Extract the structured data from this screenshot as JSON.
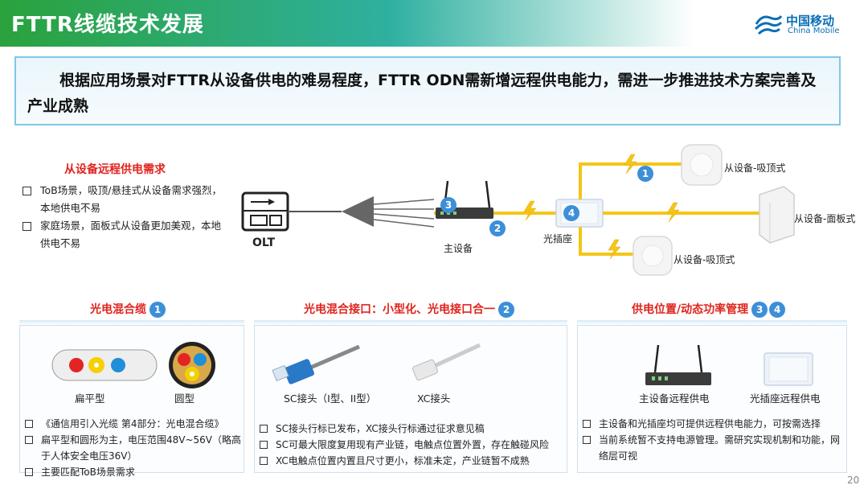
{
  "header": {
    "title": "FTTR线缆技术发展",
    "logo_cn": "中国移动",
    "logo_en": "China Mobile",
    "colors": {
      "green": "#2aa23c",
      "teal": "#2fb0a0",
      "brand_blue": "#0a6fb7"
    }
  },
  "banner": {
    "text": "根据应用场景对FTTR从设备供电的难易程度，FTTR ODN需新增远程供电能力，需进一步推进技术方案完善及产业成熟"
  },
  "requirements": {
    "title": "从设备远程供电需求",
    "items": [
      "ToB场景，吸顶/悬挂式从设备需求强烈，本地供电不易",
      "家庭场景，面板式从设备更加美观，本地供电不易"
    ]
  },
  "diagram": {
    "olt": "OLT",
    "main_device": "主设备",
    "socket": "光插座",
    "slave_top": "从设备-吸顶式",
    "slave_panel": "从设备-面板式",
    "slave_bottom": "从设备-吸顶式",
    "markers": [
      "1",
      "2",
      "3",
      "4"
    ],
    "colors": {
      "cable": "#f5c518",
      "marker": "#3c8fd8",
      "fiber": "#555555"
    }
  },
  "sections": [
    {
      "title": "光电混合缆",
      "num": "1",
      "captions": [
        "扁平型",
        "圆型"
      ],
      "items": [
        "《通信用引入光缆 第4部分：光电混合缆》",
        "扁平型和圆形为主，电压范围48V~56V（略高于人体安全电压36V）",
        "主要匹配ToB场景需求"
      ]
    },
    {
      "title": "光电混合接口：小型化、光电接口合一",
      "num": "2",
      "captions": [
        "SC接头（I型、II型）",
        "XC接头"
      ],
      "items": [
        "SC接头行标已发布，XC接头行标通过征求意见稿",
        "SC可最大限度复用现有产业链，电触点位置外置，存在触碰风险",
        "XC电触点位置内置且尺寸更小，标准未定，产业链暂不成熟"
      ]
    },
    {
      "title": "供电位置/动态功率管理",
      "nums": [
        "3",
        "4"
      ],
      "captions": [
        "主设备远程供电",
        "光插座远程供电"
      ],
      "items": [
        "主设备和光插座均可提供远程供电能力，可按需选择",
        "当前系统暂不支持电源管理。需研究实现机制和功能，网络层可视"
      ]
    }
  ],
  "page_number": "20"
}
